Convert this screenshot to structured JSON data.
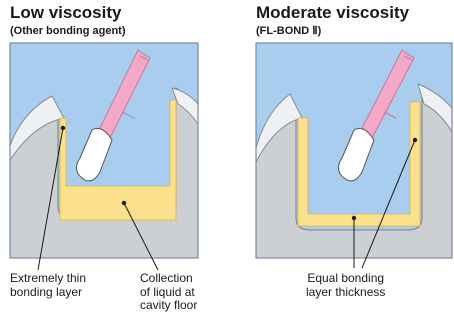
{
  "left_panel": {
    "title": "Low viscosity",
    "subtitle": "(Other bonding agent)",
    "callouts": [
      "Extremely thin\nbonding layer",
      "Collection\nof liquid at\ncavity floor"
    ]
  },
  "right_panel": {
    "title": "Moderate viscosity",
    "subtitle": "(FL-BOND Ⅱ)",
    "callouts": [
      "Equal bonding\nlayer thickness"
    ]
  },
  "colors": {
    "background_fill": "#a8cdee",
    "frame": "#7a8aa0",
    "tooth": "#cdd0d3",
    "enamel": "#eef1f4",
    "bonding_layer": "#fde08c",
    "applicator_handle": "#f3a7c9",
    "applicator_tip": "#ffffff"
  }
}
